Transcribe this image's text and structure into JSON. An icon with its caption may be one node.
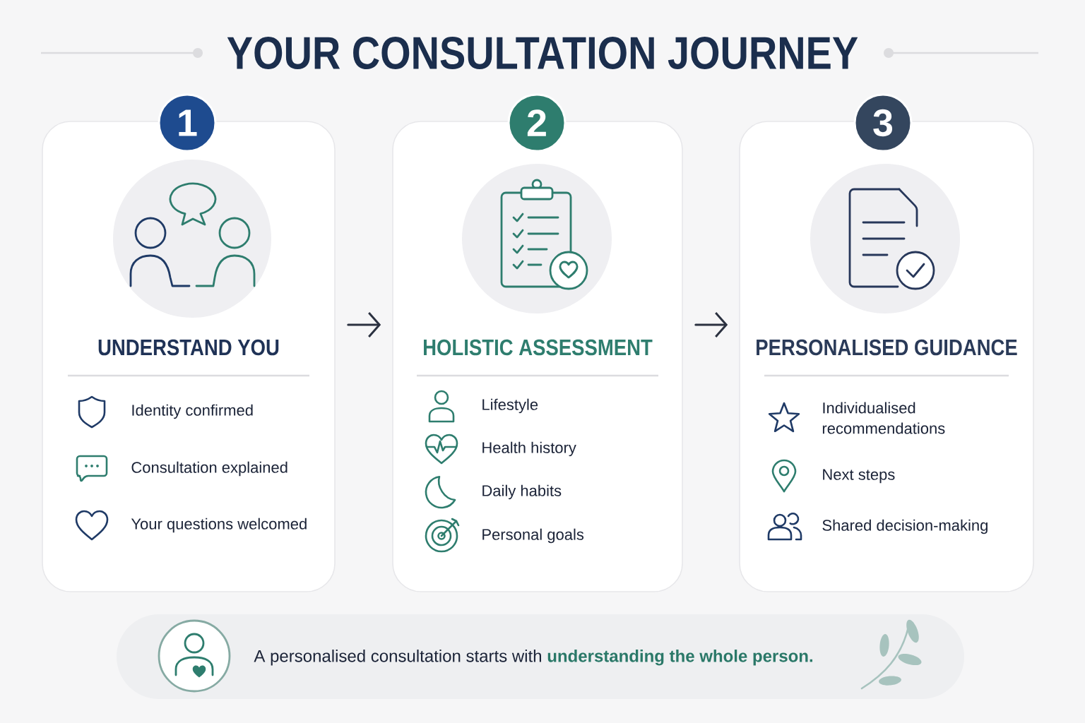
{
  "diagram": {
    "title": "YOUR CONSULTATION JOURNEY",
    "nodes": [
      {
        "text": [
          "1"
        ]
      },
      {
        "text": [
          "UNDERSTAND YOU",
          "Identity confirmed",
          "Consultation explained",
          "Your questions welcomed"
        ]
      },
      {
        "text": [
          "2"
        ]
      },
      {
        "text": [
          "HOLISTIC ASSESSMENT",
          "Lifestyle",
          "Health history",
          "Daily habits",
          "Personal goals"
        ]
      },
      {
        "text": [
          "3"
        ]
      },
      {
        "text": [
          "PERSONALISED GUIDANCE",
          "Individualised recommendations",
          "Next steps",
          "Shared decision-making"
        ]
      },
      {
        "text": [
          "A personalised consultation starts with **understanding the whole person.**"
        ]
      }
    ],
    "edges": [
      {
        "from": 1,
        "to": 3,
        "arrow": "to"
      },
      {
        "from": 3,
        "to": 5,
        "arrow": "to"
      }
    ]
  }
}
